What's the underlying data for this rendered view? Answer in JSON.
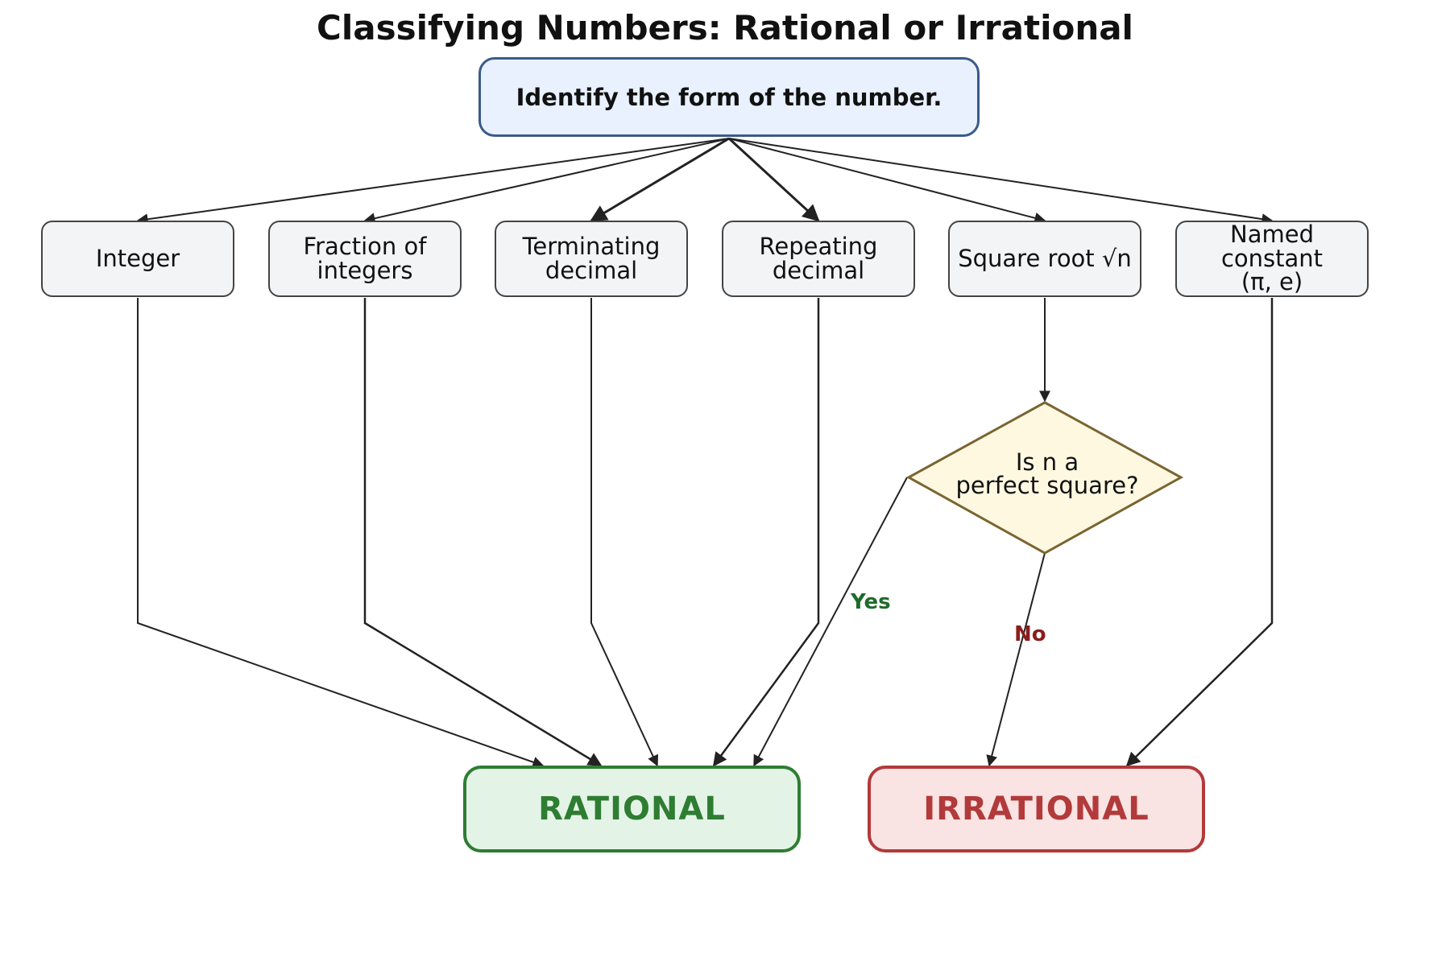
{
  "title": "Classifying Numbers: Rational or Irrational",
  "start": {
    "label": "Identify the form of the number."
  },
  "categories": [
    {
      "id": "integer",
      "label": "Integer"
    },
    {
      "id": "fraction",
      "label": "Fraction of\nintegers"
    },
    {
      "id": "terminating",
      "label": "Terminating\ndecimal"
    },
    {
      "id": "repeating",
      "label": "Repeating\ndecimal"
    },
    {
      "id": "sqrt",
      "label": "Square root √n"
    },
    {
      "id": "constant",
      "label": "Named constant\n(π, e)"
    }
  ],
  "decision": {
    "label": "Is n a\nperfect square?",
    "yes_label": "Yes",
    "no_label": "No"
  },
  "outcomes": {
    "rational": "RATIONAL",
    "irrational": "IRRATIONAL"
  },
  "colors": {
    "start_border": "#3a5a8c",
    "start_fill": "#e8f1fd",
    "node_border": "#444444",
    "node_fill": "#f3f4f6",
    "decision_border": "#7a6530",
    "decision_fill": "#fff8e1",
    "rational": "#2e7d32",
    "irrational": "#b23a3a",
    "edge": "#222222"
  }
}
